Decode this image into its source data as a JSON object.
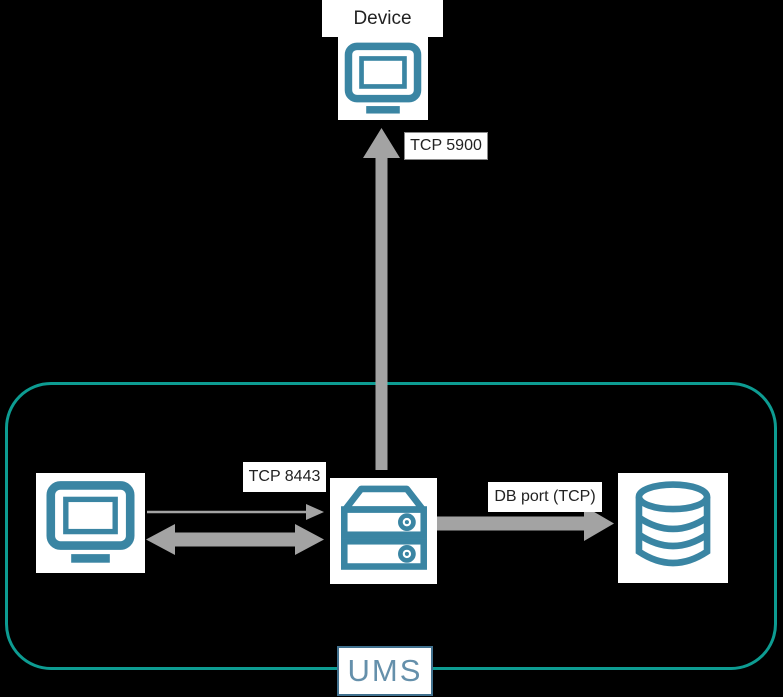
{
  "colors": {
    "background": "#000000",
    "boundary_border": "#0d9c92",
    "icon_stroke": "#3a85a3",
    "arrow_gray": "#a3a3a3",
    "label_bg": "#ffffff",
    "label_text": "#222222",
    "ums_text": "#6590ab",
    "ums_border": "#41718f"
  },
  "nodes": {
    "device": {
      "label": "Device",
      "icon": "monitor-icon"
    },
    "client": {
      "icon": "monitor-icon"
    },
    "server": {
      "icon": "server-icon"
    },
    "database": {
      "icon": "database-icon"
    }
  },
  "connections": {
    "server_to_device": {
      "label": "TCP 5900",
      "direction": "up"
    },
    "client_to_server": {
      "label": "TCP 8443",
      "direction": "right"
    },
    "client_server_bidirectional": {
      "direction": "both"
    },
    "server_to_database": {
      "label": "DB port (TCP)",
      "direction": "right"
    }
  },
  "boundary": {
    "label": "UMS"
  }
}
